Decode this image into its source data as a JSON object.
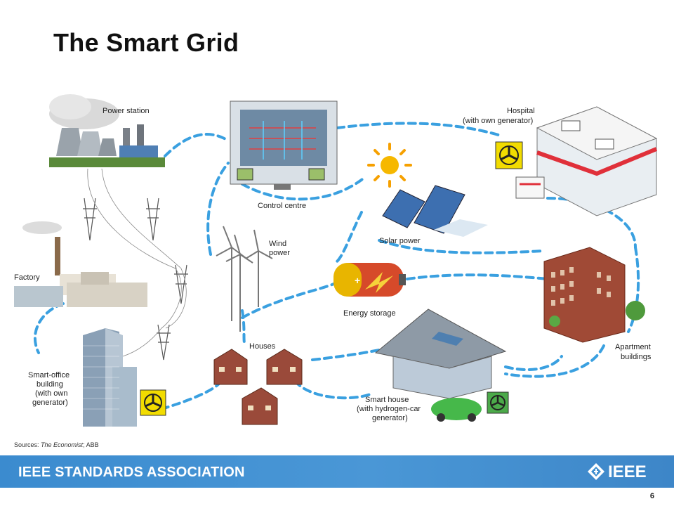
{
  "slide": {
    "title": "The Smart Grid",
    "page_number": "6"
  },
  "diagram": {
    "labels": {
      "power_station": "Power station",
      "control_centre": "Control centre",
      "hospital_line1": "Hospital",
      "hospital_line2": "(with own generator)",
      "factory": "Factory",
      "wind_line1": "Wind",
      "wind_line2": "power",
      "solar": "Solar power",
      "energy_storage": "Energy storage",
      "apartment_line1": "Apartment",
      "apartment_line2": "buildings",
      "houses": "Houses",
      "smart_office_line1": "Smart-office",
      "smart_office_line2": "building",
      "smart_office_line3": "(with own",
      "smart_office_line4": "generator)",
      "smart_house_line1": "Smart house",
      "smart_house_line2": "(with hydrogen-car",
      "smart_house_line3": "generator)",
      "sources_prefix": "Sources: ",
      "sources_publication": "The Economist",
      "sources_suffix": "; ABB"
    },
    "colors": {
      "grid_line": "#3aa0e0",
      "generator_badge": "#f2dc00",
      "brick": "#9a4a3a",
      "solar_panel": "#3d6fb0"
    }
  },
  "footer": {
    "organization": "IEEE STANDARDS ASSOCIATION",
    "logo_text": "IEEE",
    "color": "#3f8fd0"
  }
}
